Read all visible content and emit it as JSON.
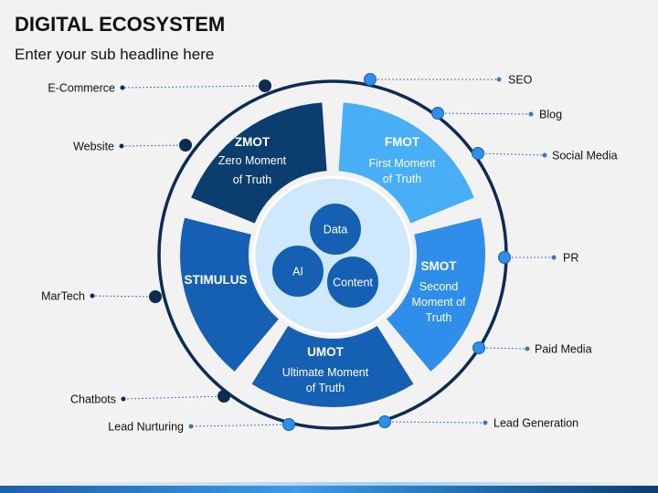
{
  "header": {
    "title": "DIGITAL ECOSYSTEM",
    "subtitle": "Enter your sub headline here"
  },
  "colors": {
    "dark_navy": "#0b3d6e",
    "mid_blue": "#1560b2",
    "bright_blue": "#2f8ee9",
    "light_blue": "#48aef5",
    "center_fill": "#cfe8fb",
    "ring": "#0d2c54",
    "leader": "#3c78c2"
  },
  "segments": [
    {
      "id": "zmot",
      "title": "ZMOT",
      "lines": [
        "Zero Moment",
        "of Truth"
      ]
    },
    {
      "id": "fmot",
      "title": "FMOT",
      "lines": [
        "First Moment",
        "of Truth"
      ]
    },
    {
      "id": "smot",
      "title": "SMOT",
      "lines": [
        "Second",
        "Moment of",
        "Truth"
      ]
    },
    {
      "id": "umot",
      "title": "UMOT",
      "lines": [
        "Ultimate Moment",
        "of Truth"
      ]
    },
    {
      "id": "stimulus",
      "title": "STIMULUS",
      "lines": []
    }
  ],
  "core": [
    "Data",
    "AI",
    "Content"
  ],
  "channels": [
    {
      "label": "E-Commerce",
      "side": "left"
    },
    {
      "label": "Website",
      "side": "left"
    },
    {
      "label": "MarTech",
      "side": "left"
    },
    {
      "label": "Chatbots",
      "side": "left"
    },
    {
      "label": "Lead Nurturing",
      "side": "left"
    },
    {
      "label": "SEO",
      "side": "right"
    },
    {
      "label": "Blog",
      "side": "right"
    },
    {
      "label": "Social Media",
      "side": "right"
    },
    {
      "label": "PR",
      "side": "right"
    },
    {
      "label": "Paid Media",
      "side": "right"
    },
    {
      "label": "Lead Generation",
      "side": "right"
    }
  ]
}
